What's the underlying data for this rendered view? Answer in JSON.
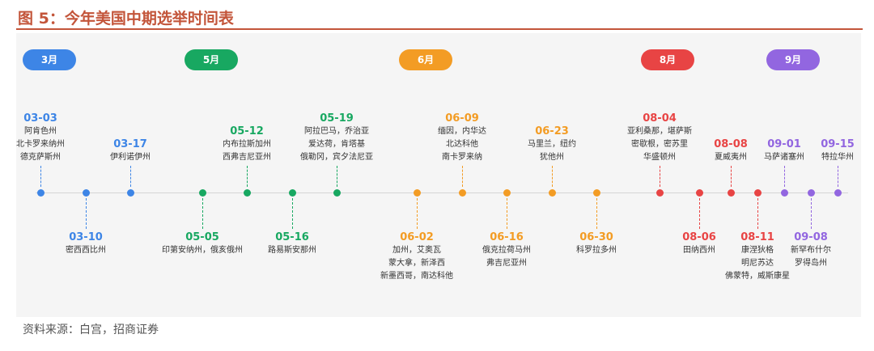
{
  "title": "图 5：今年美国中期选举时间表",
  "source": "资料来源：白宫，招商证券",
  "colors": {
    "march": "#3d85e6",
    "may": "#18a861",
    "june": "#f39c24",
    "august": "#e84444",
    "september": "#9266e0"
  },
  "months": [
    {
      "label": "3月",
      "color_key": "march"
    },
    {
      "label": "5月",
      "color_key": "may"
    },
    {
      "label": "6月",
      "color_key": "june"
    },
    {
      "label": "8月",
      "color_key": "august"
    },
    {
      "label": "9月",
      "color_key": "september"
    }
  ],
  "events": [
    {
      "date": "03-03",
      "states": [
        "阿肯色州",
        "北卡罗来纳州",
        "德克萨斯州"
      ],
      "side": "above",
      "color_key": "march"
    },
    {
      "date": "03-10",
      "states": [
        "密西西比州"
      ],
      "side": "below",
      "color_key": "march"
    },
    {
      "date": "03-17",
      "states": [
        "伊利诺伊州"
      ],
      "side": "above",
      "color_key": "march"
    },
    {
      "date": "05-05",
      "states": [
        "印第安纳州，俄亥俄州"
      ],
      "side": "below",
      "color_key": "may"
    },
    {
      "date": "05-12",
      "states": [
        "内布拉斯加州",
        "西弗吉尼亚州"
      ],
      "side": "above",
      "color_key": "may"
    },
    {
      "date": "05-16",
      "states": [
        "路易斯安那州"
      ],
      "side": "below",
      "color_key": "may"
    },
    {
      "date": "05-19",
      "states": [
        "阿拉巴马，乔治亚",
        "爱达荷，肯塔基",
        "俄勒冈，宾夕法尼亚"
      ],
      "side": "above",
      "color_key": "may"
    },
    {
      "date": "06-02",
      "states": [
        "加州，艾奥瓦",
        "蒙大拿，新泽西",
        "新墨西哥，南达科他"
      ],
      "side": "below",
      "color_key": "june"
    },
    {
      "date": "06-09",
      "states": [
        "缅因，内华达",
        "北达科他",
        "南卡罗来纳"
      ],
      "side": "above",
      "color_key": "june"
    },
    {
      "date": "06-16",
      "states": [
        "俄克拉荷马州",
        "弗吉尼亚州"
      ],
      "side": "below",
      "color_key": "june"
    },
    {
      "date": "06-23",
      "states": [
        "马里兰，纽约",
        "犹他州"
      ],
      "side": "above",
      "color_key": "june"
    },
    {
      "date": "06-30",
      "states": [
        "科罗拉多州"
      ],
      "side": "below",
      "color_key": "june"
    },
    {
      "date": "08-04",
      "states": [
        "亚利桑那，堪萨斯",
        "密歇根，密苏里",
        "华盛顿州"
      ],
      "side": "above",
      "color_key": "august"
    },
    {
      "date": "08-06",
      "states": [
        "田纳西州"
      ],
      "side": "below",
      "color_key": "august"
    },
    {
      "date": "08-08",
      "states": [
        "夏威夷州"
      ],
      "side": "above",
      "color_key": "august"
    },
    {
      "date": "08-11",
      "states": [
        "康涅狄格",
        "明尼苏达",
        "佛蒙特，威斯康星"
      ],
      "side": "below",
      "color_key": "august"
    },
    {
      "date": "09-01",
      "states": [
        "马萨诸塞州"
      ],
      "side": "above",
      "color_key": "september"
    },
    {
      "date": "09-08",
      "states": [
        "新罕布什尔",
        "罗得岛州"
      ],
      "side": "below",
      "color_key": "september"
    },
    {
      "date": "09-15",
      "states": [
        "特拉华州"
      ],
      "side": "above",
      "color_key": "september"
    }
  ]
}
